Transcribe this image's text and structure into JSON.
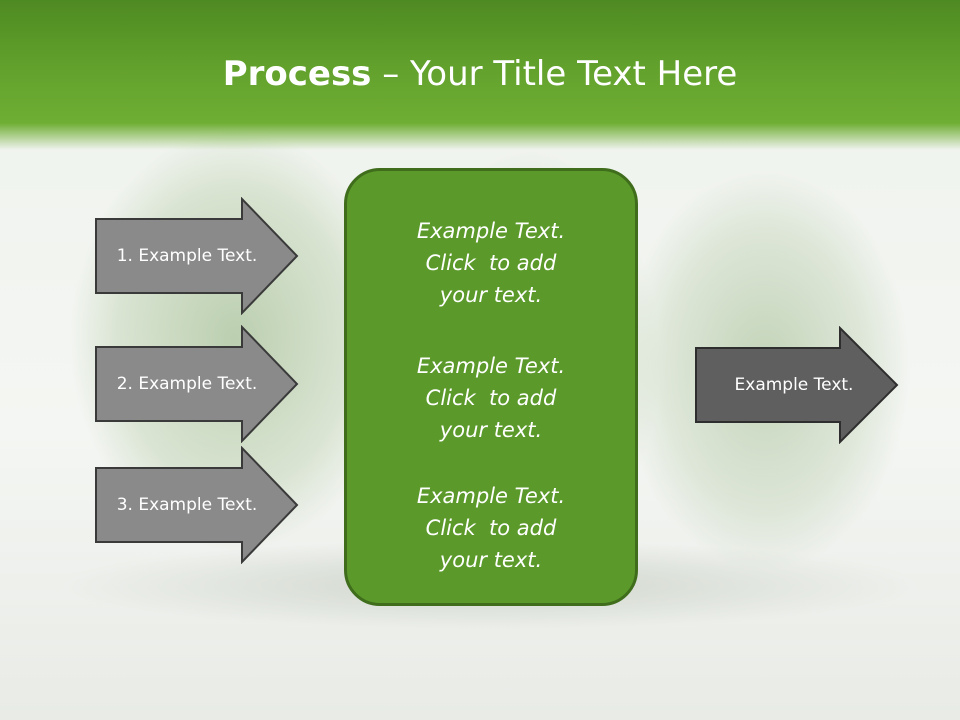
{
  "title": {
    "bold": "Process",
    "rest": " – Your Title Text Here"
  },
  "left_arrows": [
    {
      "label": "1. Example Text."
    },
    {
      "label": "2. Example Text."
    },
    {
      "label": "3. Example Text."
    }
  ],
  "center_box": {
    "paragraphs": [
      {
        "lines": [
          "Example Text.",
          "Click  to add",
          "your text."
        ]
      },
      {
        "lines": [
          "Example Text.",
          "Click  to add",
          "your text."
        ]
      },
      {
        "lines": [
          "Example Text.",
          "Click  to add",
          "your text."
        ]
      }
    ]
  },
  "right_arrow": {
    "label": "Example Text."
  },
  "colors": {
    "header_green": "#62a12c",
    "box_green": "#5b9a2a",
    "arrow_light_gray": "#8a8a8a",
    "arrow_dark_gray": "#5f5f5f"
  }
}
